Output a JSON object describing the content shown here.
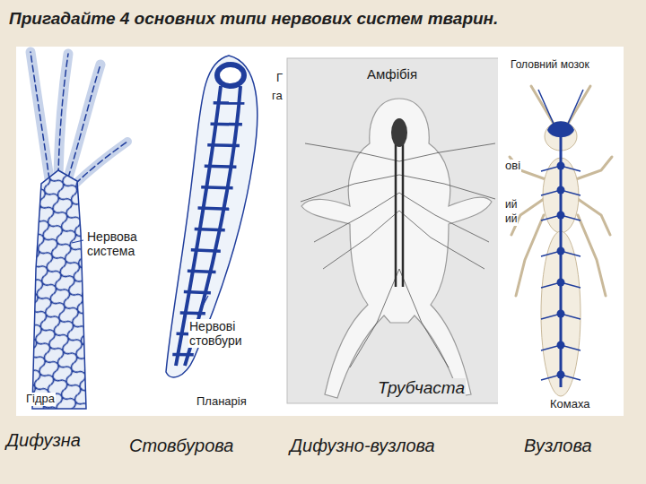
{
  "diagram": {
    "title": "Пригадайте 4 основних типи нервових систем тварин.",
    "labels": [
      "Нервова система",
      "Гідра",
      "Г",
      "га",
      "Нервові стовбури",
      "Планарія",
      "Амфібія",
      "Трубчаста",
      "Головний мозок",
      "ові",
      "ий",
      "ий",
      "Комаха",
      "Дифузна",
      "Стовбурова",
      "Дифузно-вузлова",
      "Вузлова"
    ]
  }
}
